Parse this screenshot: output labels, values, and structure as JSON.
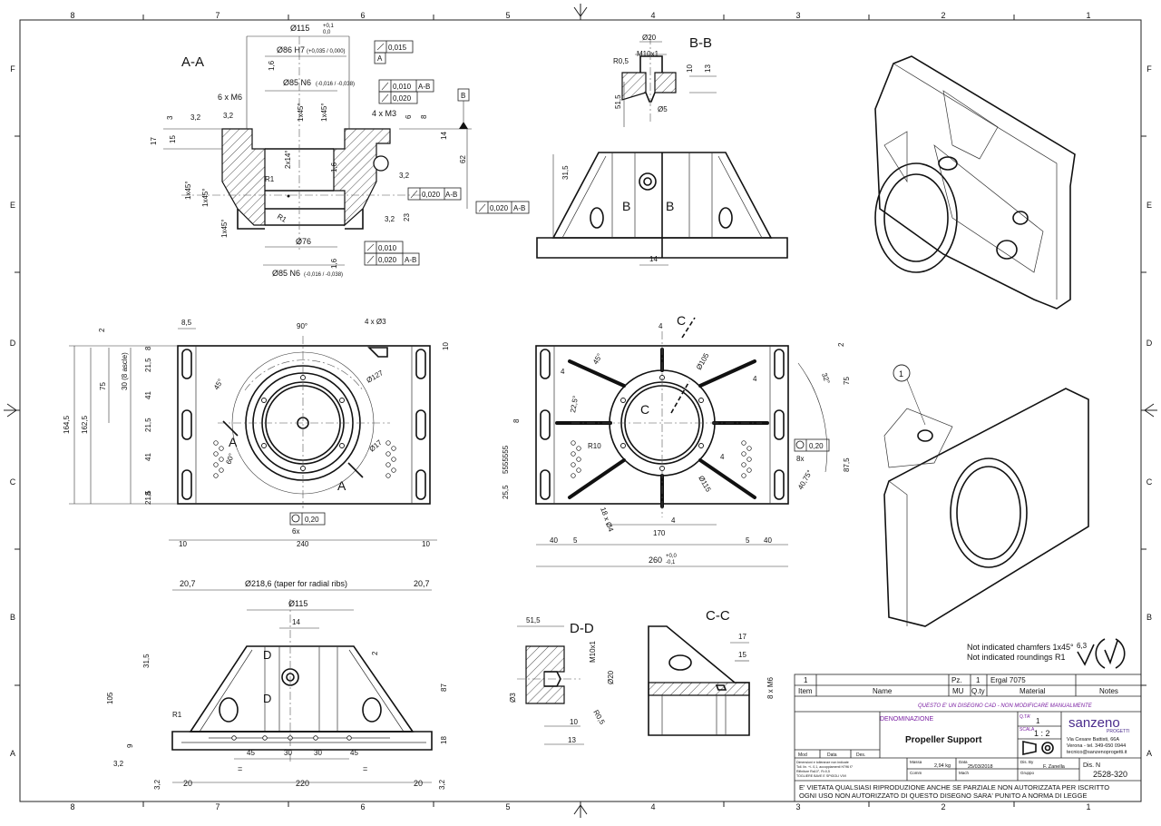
{
  "zones": {
    "columns": [
      "8",
      "7",
      "6",
      "5",
      "4",
      "3",
      "2",
      "1"
    ],
    "rows": [
      "F",
      "E",
      "D",
      "C",
      "B",
      "A"
    ]
  },
  "views": {
    "section_aa": "A-A",
    "section_bb": "B-B",
    "section_cc": "C-C",
    "section_dd": "D-D"
  },
  "dims_aa": {
    "d115": "Ø115",
    "d115_tol_up": "+0,1",
    "d115_tol_lo": "0,0",
    "d86": "Ø86 H7",
    "d86_tol": "(+0,035 / 0,000)",
    "d85_top": "Ø85 N6",
    "d85_tol": "(-0,016 / -0,038)",
    "d85_bot": "Ø85 N6",
    "d76": "Ø76",
    "m6": "6 x M6",
    "m3": "4 x M3",
    "cham1": "1x45°",
    "cham2": "1x45°",
    "cham3": "1x45°",
    "cham4": "1x45°",
    "cham5": "1x45°",
    "r1a": "R1",
    "r1b": "R1",
    "taper": "2x14°",
    "d3": "3",
    "d17": "17",
    "d15": "15",
    "d6": "6",
    "d8": "8",
    "d14": "14",
    "d62": "62",
    "d23": "23",
    "rough32": "3,2",
    "rough16": "1,6"
  },
  "tolerances_aa": {
    "flat1": "0,015",
    "datum_a": "A",
    "datum_b": "B",
    "runout1": "0,010",
    "runout1_ref": "A-B",
    "perp1": "0,020",
    "runout2": "0,020",
    "runout2_ref": "A-B",
    "runout3": "0,020",
    "runout3_ref": "A-B",
    "flat2": "0,010",
    "runout4": "0,020",
    "runout4_ref": "A-B"
  },
  "dims_bb": {
    "d20": "Ø20",
    "r05": "R0,5",
    "m10": "M10x1",
    "d10": "10",
    "d13": "13",
    "d515": "51,5",
    "d5": "Ø5",
    "d315": "31,5",
    "d14": "14",
    "cut_b": "B"
  },
  "dims_plan_left": {
    "d85": "8,5",
    "d2": "2",
    "d90deg": "90°",
    "d4x3": "4 x Ø3",
    "d10r": "10",
    "d8": "8",
    "d215a": "21,5",
    "d30": "30 (8 ascle)",
    "d75": "75",
    "d41a": "41",
    "d1645": "164,5",
    "d1625": "162,5",
    "d215b": "21,5",
    "d41b": "41",
    "d8b": "8",
    "d215c": "21,5",
    "d45deg": "45°",
    "d127": "Ø127",
    "d60": "60°",
    "d17": "Ø17",
    "cut_a": "A",
    "pos": "0,20",
    "qty6": "6x",
    "d10a": "10",
    "d240": "240",
    "d10b": "10"
  },
  "dims_plan_right": {
    "d4": "4",
    "cut_c": "C",
    "d2": "2",
    "d45deg": "45°",
    "d105": "Ø105",
    "d32": "32°",
    "d225": "22,5°",
    "d75": "75",
    "d8": "8",
    "r10": "R10",
    "d255": "25,5",
    "d5s": "5555555",
    "d18x4": "18 x Ø4",
    "d115": "Ø115",
    "d4087": "40,75°",
    "d875": "87,5",
    "pos": "0,20",
    "qty8": "8x",
    "d4b": "4",
    "d4c": "4",
    "d4d": "4",
    "d170": "170",
    "d40a": "40",
    "d5a": "5",
    "d5b": "5",
    "d40b": "40",
    "d260": "260",
    "d260_tol_up": "+0,0",
    "d260_tol_lo": "-0,1"
  },
  "dims_front": {
    "d207a": "20,7",
    "d2186": "Ø218,6 (taper for radial ribs)",
    "d207b": "20,7",
    "d115": "Ø115",
    "d14": "14",
    "d315": "31,5",
    "d105": "105",
    "d2": "2",
    "d87": "87",
    "d18": "18",
    "d9": "9",
    "r1": "R1",
    "cut_d1": "D",
    "cut_d2": "D",
    "d45a": "45",
    "d30a": "30",
    "d30b": "30",
    "d45b": "45",
    "eq1": "=",
    "eq2": "=",
    "d20a": "20",
    "d220": "220",
    "d20b": "20",
    "r32a": "3,2",
    "r32b": "3,2",
    "r32c": "3,2"
  },
  "dims_dd": {
    "d515": "51,5",
    "m10": "M10x1",
    "d20": "Ø20",
    "d3": "Ø3",
    "r05": "R0,5",
    "d10": "10",
    "d13": "13"
  },
  "dims_cc": {
    "d17": "17",
    "d15": "15",
    "m6": "8 x M6"
  },
  "notes": {
    "chamfers": "Not indicated chamfers 1x45°",
    "roundings": "Not indicated roundings R1",
    "roughness_general": "6,3",
    "balloon": "1"
  },
  "title_block": {
    "bom_pos": "1",
    "bom_pz": "Pz.",
    "bom_qty": "1",
    "bom_material": "Ergal 7075",
    "col_item": "Item",
    "col_name": "Name",
    "col_mu": "MU",
    "col_qty": "Q.ty",
    "col_material": "Material",
    "col_notes": "Notes",
    "cad_notice": "QUESTO E' UN DISEGNO CAD - NON MODIFICARE MANUALMENTE",
    "denominazione": "DENOMINAZIONE",
    "part_name": "Propeller Support",
    "qty_label": "Q.TA'",
    "qty_value": "1",
    "scale_label": "SCALA",
    "scale_value": "1 : 2",
    "company": "sanzeno",
    "company_sub": "PROGETTI",
    "addr1": "Via Cesare Battisti, 66A",
    "addr2": "Verona - tel. 349-650 0944",
    "addr3": "tecnico@sanzenoprogetti.it",
    "mod_label": "Mod",
    "data_label": "Data",
    "des_label": "Des.",
    "gen_note1": "Dimensioni e tolleranze non indicate",
    "gen_note2": "Toll. lin. +/- 0,1, accoppiamenti H7/f6 f7",
    "gen_note3": "Rifiniture Ra10°, R=0,5",
    "gen_note4": "TOGLIERE BAVE E SPIGOLI VIVI",
    "massa_label": "Massa",
    "massa_value": "2,94 kg",
    "data2_label": "Data",
    "data2_value": "25/03/2018",
    "dis_by_label": "Dis. By",
    "dis_by_value": "F. Zanella",
    "dis_n_label": "Dis. N",
    "dis_n_value": "2528-320",
    "comm_label": "Comm",
    "mach_label": "Mach",
    "gruppo_label": "Gruppo",
    "legal1": "E' VIETATA QUALSIASI RIPRODUZIONE ANCHE SE PARZIALE NON AUTORIZZATA PER ISCRITTO",
    "legal2": "OGNI USO NON AUTORIZZATO DI QUESTO DISEGNO SARA' PUNITO A NORMA DI LEGGE"
  }
}
